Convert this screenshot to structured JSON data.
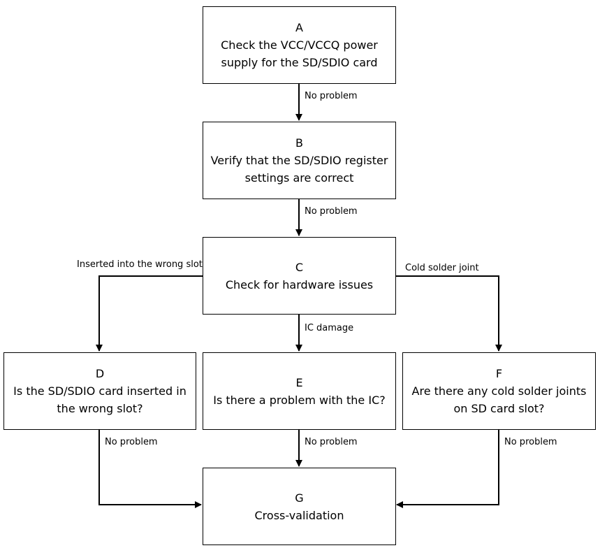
{
  "nodes": {
    "A": {
      "letter": "A",
      "lines": [
        "Check the VCC/VCCQ power",
        "supply for the SD/SDIO card"
      ]
    },
    "B": {
      "letter": "B",
      "lines": [
        "Verify that the SD/SDIO register",
        "settings are correct"
      ]
    },
    "C": {
      "letter": "C",
      "lines": [
        "Check for hardware issues"
      ]
    },
    "D": {
      "letter": "D",
      "lines": [
        "Is the SD/SDIO card inserted in",
        "the wrong slot?"
      ]
    },
    "E": {
      "letter": "E",
      "lines": [
        "Is there a problem with the IC?"
      ]
    },
    "F": {
      "letter": "F",
      "lines": [
        "Are there any cold solder joints",
        "on SD card slot?"
      ]
    },
    "G": {
      "letter": "G",
      "lines": [
        "Cross-validation"
      ]
    }
  },
  "edges": [
    {
      "from": "A",
      "to": "B",
      "label": "No problem"
    },
    {
      "from": "B",
      "to": "C",
      "label": "No problem"
    },
    {
      "from": "C",
      "to": "D",
      "label": "Inserted into the wrong slot"
    },
    {
      "from": "C",
      "to": "E",
      "label": "IC damage"
    },
    {
      "from": "C",
      "to": "F",
      "label": "Cold solder joint"
    },
    {
      "from": "D",
      "to": "G",
      "label": "No problem"
    },
    {
      "from": "E",
      "to": "G",
      "label": "No problem"
    },
    {
      "from": "F",
      "to": "G",
      "label": "No problem"
    }
  ]
}
